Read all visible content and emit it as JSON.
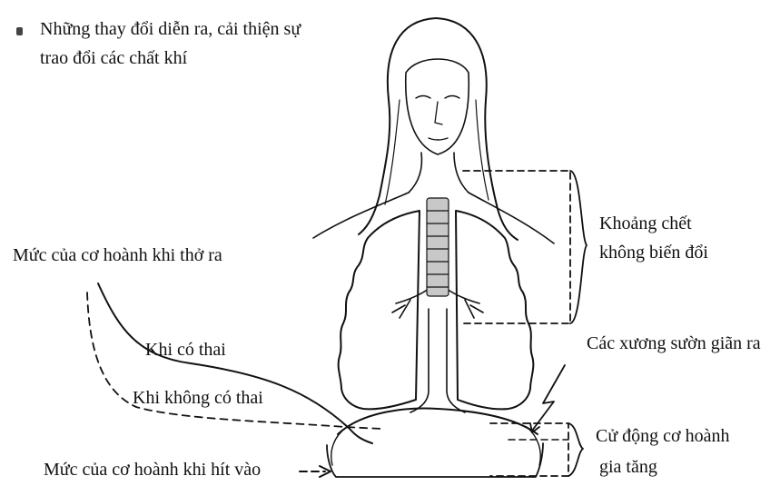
{
  "colors": {
    "ink": "#111111",
    "background": "#ffffff",
    "trachea": "#c8c8c8"
  },
  "icons": {
    "bullet": "square-bullet-icon"
  },
  "labels": {
    "intro_line1": "Những thay đổi diễn ra, cải thiện sự",
    "intro_line2": "trao đổi các chất khí",
    "dead_space_line1": "Khoảng chết",
    "dead_space_line2": "không biến đổi",
    "diaphragm_exhale": "Mức của cơ hoành khi thở ra",
    "pregnant": "Khi có thai",
    "not_pregnant": "Khi không có thai",
    "ribs_expand": "Các xương sườn giãn ra",
    "diaphragm_motion_line1": "Cử động cơ hoành",
    "diaphragm_motion_line2": "gia tăng",
    "diaphragm_inhale": "Mức của cơ hoành khi hít vào"
  }
}
